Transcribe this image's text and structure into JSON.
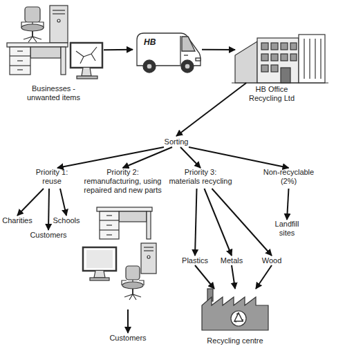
{
  "diagram": {
    "nodes": [
      {
        "text": [
          "Businesses - unwanted items"
        ]
      },
      {
        "text": [
          "HB"
        ]
      },
      {
        "text": [
          "HB Office Recycling Ltd"
        ]
      },
      {
        "text": [
          "Sorting"
        ]
      },
      {
        "text": [
          "Priority 1:",
          "reuse"
        ]
      },
      {
        "text": [
          "Priority 2:",
          "remanufacturing, using repaired and new parts"
        ]
      },
      {
        "text": [
          "Priority 3:",
          "materials recycling"
        ]
      },
      {
        "text": [
          "Non-recyclable (2%)"
        ]
      },
      {
        "text": [
          "Charities"
        ]
      },
      {
        "text": [
          "Schools"
        ]
      },
      {
        "text": [
          "Customers"
        ]
      },
      {
        "text": [
          "Landfill sites"
        ]
      },
      {
        "text": [
          "Plastics"
        ]
      },
      {
        "text": [
          "Metals"
        ]
      },
      {
        "text": [
          "Wood"
        ]
      },
      {
        "text": [
          "Customers"
        ]
      },
      {
        "text": [
          "Recycling centre"
        ]
      }
    ],
    "edges": [
      {
        "from": 0,
        "to": 1,
        "arrow": "to"
      },
      {
        "from": 1,
        "to": 2,
        "arrow": "to"
      },
      {
        "from": 2,
        "to": 3,
        "arrow": "to"
      },
      {
        "from": 3,
        "to": 4,
        "arrow": "to"
      },
      {
        "from": 3,
        "to": 5,
        "arrow": "to"
      },
      {
        "from": 3,
        "to": 6,
        "arrow": "to"
      },
      {
        "from": 3,
        "to": 7,
        "arrow": "to"
      },
      {
        "from": 4,
        "to": 8,
        "arrow": "to"
      },
      {
        "from": 4,
        "to": 9,
        "arrow": "to"
      },
      {
        "from": 4,
        "to": 10,
        "arrow": "to"
      },
      {
        "from": 5,
        "to": 15,
        "arrow": "to"
      },
      {
        "from": 6,
        "to": 12,
        "arrow": "to"
      },
      {
        "from": 6,
        "to": 13,
        "arrow": "to"
      },
      {
        "from": 6,
        "to": 14,
        "arrow": "to"
      },
      {
        "from": 7,
        "to": 11,
        "arrow": "to"
      },
      {
        "from": 12,
        "to": 16,
        "arrow": "to"
      },
      {
        "from": 13,
        "to": 16,
        "arrow": "to"
      },
      {
        "from": 14,
        "to": 16,
        "arrow": "to"
      }
    ]
  }
}
